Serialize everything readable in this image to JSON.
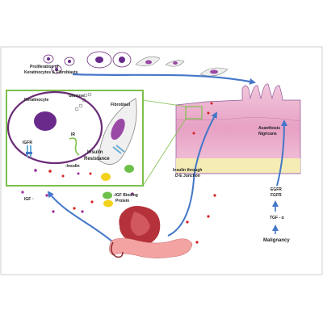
{
  "labels": {
    "proliferation_line1": "Proliferation of",
    "proliferation_line2": "Keratinocytes & Fibroblasts",
    "glucose": "Glucose",
    "keratinocyte": "Keratinocyte",
    "fibroblast": "Fibroblast",
    "ir": "IR",
    "igfr": "IGFR",
    "insulin_resistance_line1": "Insulin",
    "insulin_resistance_line2": "Resistance",
    "insulin_up": "↑Insulin",
    "igf_up": "IGF ↑",
    "igf_binding_line1": "↓IGF Binding",
    "igf_binding_line2": "Protein",
    "insulin_through_line1": "Insulin through",
    "insulin_through_line2": "D-E Junction",
    "acanthosis_line1": "Acanthosis",
    "acanthosis_line2": "Nigricans",
    "egfr": "EGFR",
    "fgfr": "FGFR",
    "tgf": "TGF - α",
    "malignancy": "Malignancy"
  },
  "colors": {
    "frame_border": "#cfcfcf",
    "inset_border": "#7cc04a",
    "cell_membrane": "#6b2c78",
    "nucleus": "#6a2a8c",
    "arrow_blue": "#4477c9",
    "skin_pink": "#e9a8c8",
    "skin_yellow": "#f5f0b0",
    "dot_red": "#d42020",
    "dot_purple": "#9a2a9e",
    "dot_green": "#6cc04a",
    "dot_yellow": "#f2d21c",
    "organ_red": "#b5323a",
    "organ_salmon": "#f4a3a3"
  }
}
